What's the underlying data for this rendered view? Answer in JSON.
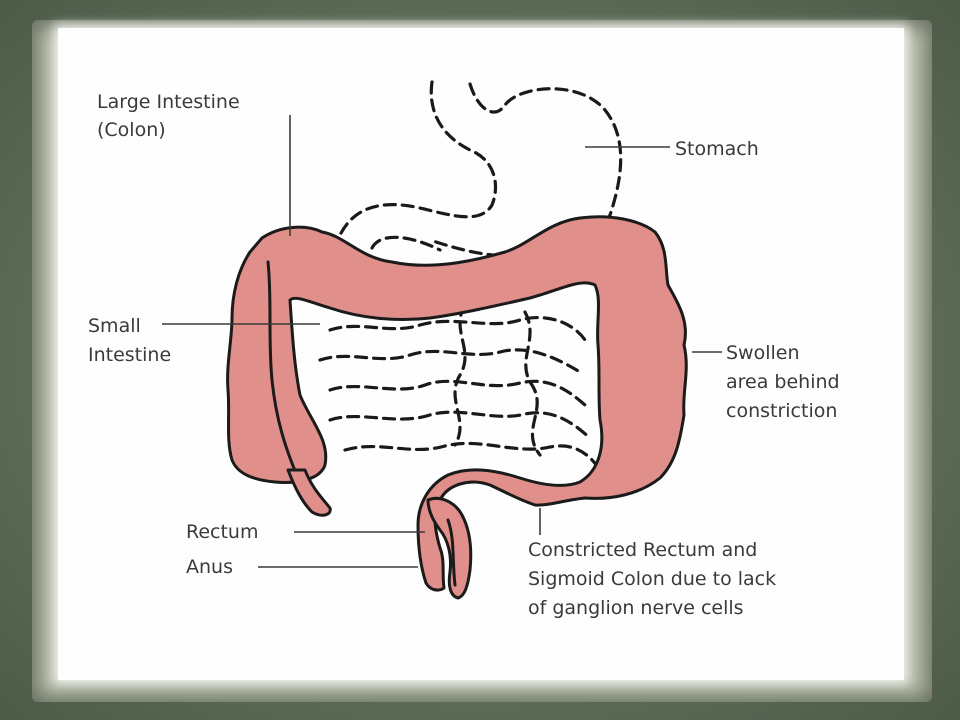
{
  "labels": {
    "large_intestine_line1": "Large Intestine",
    "large_intestine_line2": "(Colon)",
    "stomach": "Stomach",
    "small_intestine_line1": "Small",
    "small_intestine_line2": "Intestine",
    "swollen_line1": "Swollen",
    "swollen_line2": "area behind",
    "swollen_line3": "constriction",
    "rectum": "Rectum",
    "anus": "Anus",
    "constricted_line1": "Constricted Rectum and",
    "constricted_line2": "Sigmoid Colon due to lack",
    "constricted_line3": "of ganglion nerve cells"
  },
  "colors": {
    "colon_fill": "#e08f8a",
    "outline": "#1b1b1b",
    "label_text": "#3a3a3a",
    "card_background": "#fefefe",
    "frame_background": "#5d6b57"
  }
}
